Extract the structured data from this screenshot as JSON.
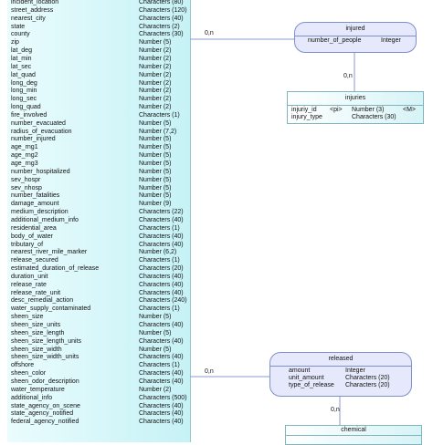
{
  "left_table": {
    "rows": [
      {
        "name": "incident_location",
        "type": "Characters (80)"
      },
      {
        "name": "street_address",
        "type": "Characters (120)"
      },
      {
        "name": "nearest_city",
        "type": "Characters (40)"
      },
      {
        "name": "state",
        "type": "Characters (2)"
      },
      {
        "name": "county",
        "type": "Characters (30)"
      },
      {
        "name": "zip",
        "type": "Number (5)"
      },
      {
        "name": "lat_deg",
        "type": "Number (2)"
      },
      {
        "name": "lat_min",
        "type": "Number (2)"
      },
      {
        "name": "lat_sec",
        "type": "Number (2)"
      },
      {
        "name": "lat_quad",
        "type": "Number (2)"
      },
      {
        "name": "long_deg",
        "type": "Number (2)"
      },
      {
        "name": "long_min",
        "type": "Number (2)"
      },
      {
        "name": "long_sec",
        "type": "Number (2)"
      },
      {
        "name": "long_quad",
        "type": "Number (2)"
      },
      {
        "name": "fire_involved",
        "type": "Characters (1)"
      },
      {
        "name": "number_evacuated",
        "type": "Number (5)"
      },
      {
        "name": "radius_of_evacuation",
        "type": "Number (7,2)"
      },
      {
        "name": "number_injured",
        "type": "Number (5)"
      },
      {
        "name": "age_rng1",
        "type": "Number (5)"
      },
      {
        "name": "age_rng2",
        "type": "Number (5)"
      },
      {
        "name": "age_rng3",
        "type": "Number (5)"
      },
      {
        "name": "number_hospitalized",
        "type": "Number (5)"
      },
      {
        "name": "sev_hospr",
        "type": "Number (5)"
      },
      {
        "name": "sev_nhosp",
        "type": "Number (5)"
      },
      {
        "name": "number_fatalities",
        "type": "Number (5)"
      },
      {
        "name": "damage_amount",
        "type": "Number (9)"
      },
      {
        "name": "medium_description",
        "type": "Characters (22)"
      },
      {
        "name": "additional_medium_info",
        "type": "Characters (40)"
      },
      {
        "name": "residential_area",
        "type": "Characters (1)"
      },
      {
        "name": "body_of_water",
        "type": "Characters (40)"
      },
      {
        "name": "tributary_of",
        "type": "Characters (40)"
      },
      {
        "name": "nearest_river_mile_marker",
        "type": "Number (6,2)"
      },
      {
        "name": "release_secured",
        "type": "Characters (1)"
      },
      {
        "name": "estimated_duration_of_release",
        "type": "Characters (20)"
      },
      {
        "name": "duration_unit",
        "type": "Characters (40)"
      },
      {
        "name": "release_rate",
        "type": "Characters (40)"
      },
      {
        "name": "release_rate_unit",
        "type": "Characters (40)"
      },
      {
        "name": "desc_remedial_action",
        "type": "Characters (240)"
      },
      {
        "name": "water_supply_contaminated",
        "type": "Characters (1)"
      },
      {
        "name": "sheen_size",
        "type": "Number (5)"
      },
      {
        "name": "sheen_size_units",
        "type": "Characters (40)"
      },
      {
        "name": "sheen_size_length",
        "type": "Number (5)"
      },
      {
        "name": "sheen_size_length_units",
        "type": "Characters (40)"
      },
      {
        "name": "sheen_size_width",
        "type": "Number (5)"
      },
      {
        "name": "sheen_size_width_units",
        "type": "Characters (40)"
      },
      {
        "name": "offshore",
        "type": "Characters (1)"
      },
      {
        "name": "sheen_color",
        "type": "Characters (40)"
      },
      {
        "name": "sheen_odor_description",
        "type": "Characters (40)"
      },
      {
        "name": "water_temperature",
        "type": "Number (2)"
      },
      {
        "name": "additional_info",
        "type": "Characters (500)"
      },
      {
        "name": "state_agency_on_scene",
        "type": "Characters (40)"
      },
      {
        "name": "state_agency_notified",
        "type": "Characters (40)"
      },
      {
        "name": "federal_agency_notified",
        "type": "Characters (40)"
      }
    ]
  },
  "injured": {
    "title": "injured",
    "attr_name": "number_of_people",
    "attr_type": "Integer"
  },
  "injuries": {
    "title": "injuries",
    "rows": [
      {
        "name": "injuriy_id",
        "key": "<pi>",
        "type": "Number (3)",
        "flag": "<M>"
      },
      {
        "name": "injury_type",
        "key": "",
        "type": "Characters (30)",
        "flag": ""
      }
    ]
  },
  "released": {
    "title": "released",
    "rows": [
      {
        "name": "amount",
        "type": "Integer"
      },
      {
        "name": "unit_amount",
        "type": "Characters (20)"
      },
      {
        "name": "type_of_release",
        "type": "Characters (20)"
      }
    ]
  },
  "chemical": {
    "title": "chemical"
  },
  "cardinalities": {
    "table_injured": "0,n",
    "injured_injuries": "0,n",
    "table_released": "0,n",
    "released_chemical": "0,n"
  },
  "colors": {
    "table_fill": "#c6f2f6",
    "relationship_fill": "#e5e9fb",
    "relationship_border": "#7f8fc9",
    "connector": "#8a9ad0"
  }
}
